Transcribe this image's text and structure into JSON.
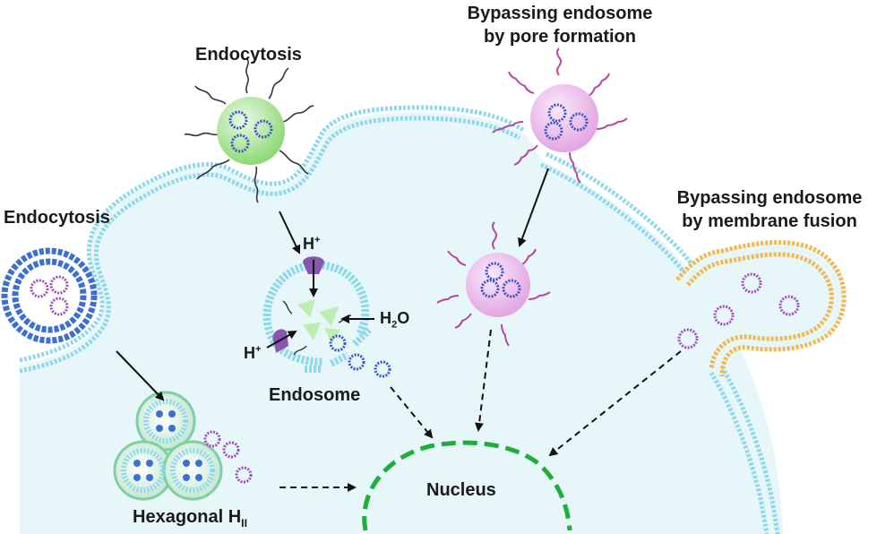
{
  "labels": {
    "endocytosis_top": "Endocytosis",
    "endocytosis_left": "Endocytosis",
    "bypass_pore_line1": "Bypassing endosome",
    "bypass_pore_line2": "by pore formation",
    "bypass_fusion_line1": "Bypassing endosome",
    "bypass_fusion_line2": "by membrane fusion",
    "endosome": "Endosome",
    "nucleus": "Nucleus",
    "hexagonal": "Hexagonal H",
    "hexagonal_sub": "II",
    "proton_top": "H",
    "proton_left": "H",
    "proton_sup": "+",
    "water": "H",
    "water_sub": "2",
    "water_o": "O"
  },
  "colors": {
    "cell_fill": "#e6f6f9",
    "membrane_head": "#8fd8ec",
    "fusion_membrane": "#f2b64a",
    "lipoplex_blue": "#3b6fd6",
    "nanoparticle_green": "#a9e59a",
    "nanoparticle_pink": "#efc4ef",
    "peptide_purple": "#b6499b",
    "pump_purple": "#8a55b0",
    "nucleus_green": "#1fae38",
    "plasmid_blue": "#3a54c6",
    "plasmid_purple": "#a04cbc"
  }
}
